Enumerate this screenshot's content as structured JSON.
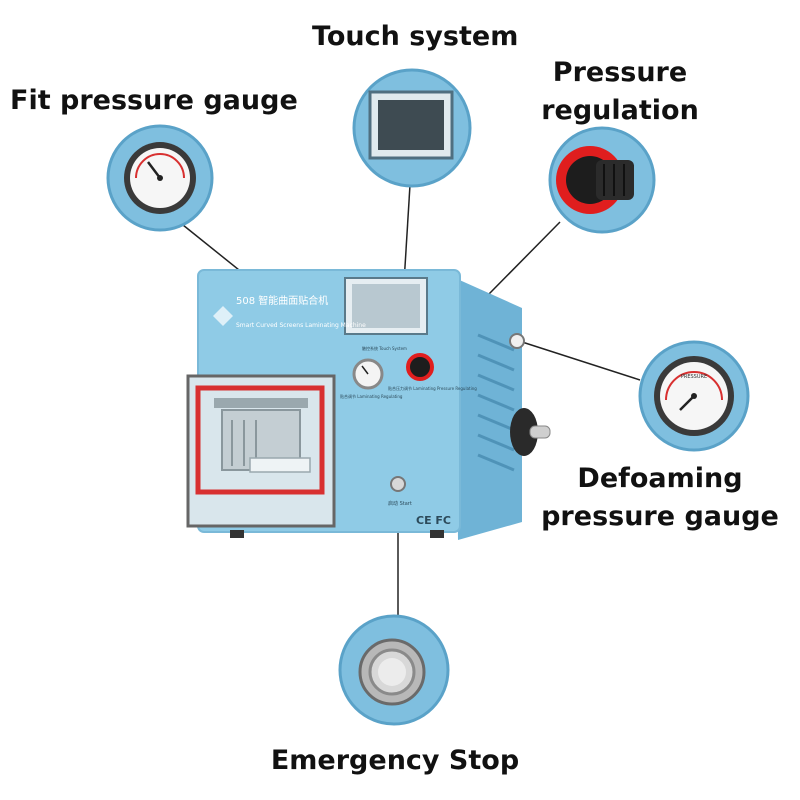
{
  "callouts": {
    "touch_system": "Touch system",
    "fit_pressure_gauge": "Fit pressure gauge",
    "pressure_regulation_line1": "Pressure",
    "pressure_regulation_line2": "regulation",
    "defoaming_line1": "Defoaming",
    "defoaming_line2": "pressure gauge",
    "emergency_stop": "Emergency Stop"
  },
  "machine": {
    "model_title": "508 智能曲面贴合机",
    "subtitle": "Smart Curved Screens Laminating Machine",
    "touch_label": "触控系统 Touch System",
    "gauge_label": "贴合调节 Laminating Regulating",
    "regulator_label": "贴合压力调节 Laminating Pressure Regulating",
    "start_label": "启动 Start",
    "cert_marks": "CE FC",
    "zoom_gauge_text": "PRESSURE"
  },
  "colors": {
    "machine_body": "#8fcbe6",
    "machine_dark": "#6fb3d6",
    "callout_bg": "#7fbfdf",
    "chamber_red": "#d83030",
    "knob_red": "#e01e1e",
    "leader_line": "#222222"
  }
}
